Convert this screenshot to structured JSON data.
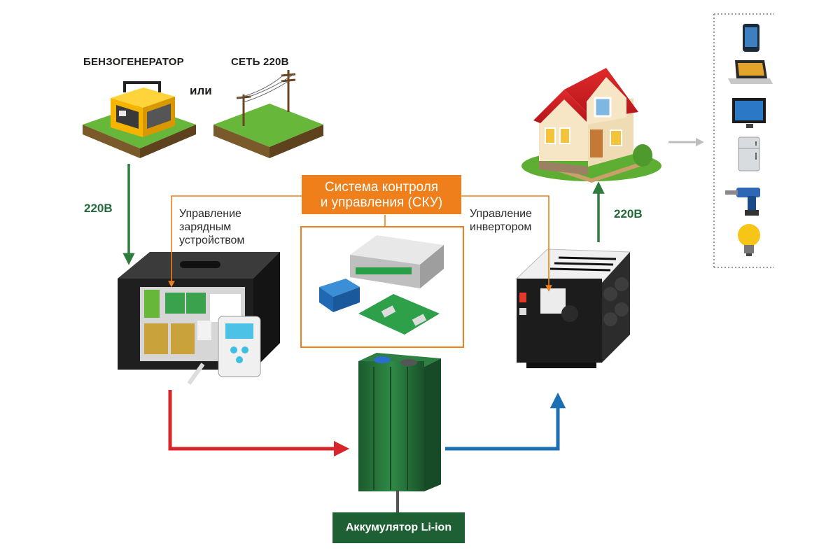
{
  "sources": {
    "generator_label": "БЕНЗОГЕНЕРАТОР",
    "or_label": "или",
    "grid_label": "СЕТЬ 220В"
  },
  "voltage": {
    "input_label": "220В",
    "output_label": "220В"
  },
  "control": {
    "title_line1": "Система контроля",
    "title_line2": "и управления (СКУ)",
    "charger_line1": "Управление",
    "charger_line2": "зарядным",
    "charger_line3": "устройством",
    "inverter_line1": "Управление",
    "inverter_line2": "инвертором"
  },
  "battery": {
    "label": "Аккумулятор Li-ion"
  },
  "consumers": {
    "items": [
      "phone-icon",
      "laptop-icon",
      "tv-icon",
      "fridge-icon",
      "drill-icon",
      "lightbulb-icon"
    ]
  },
  "colors": {
    "orange": "#ef7f1a",
    "dark_green": "#1f5f34",
    "arrow_green": "#2e7d3e",
    "arrow_red": "#d7262b",
    "arrow_blue": "#1b6fb3",
    "arrow_gray": "#bdbdbd"
  }
}
